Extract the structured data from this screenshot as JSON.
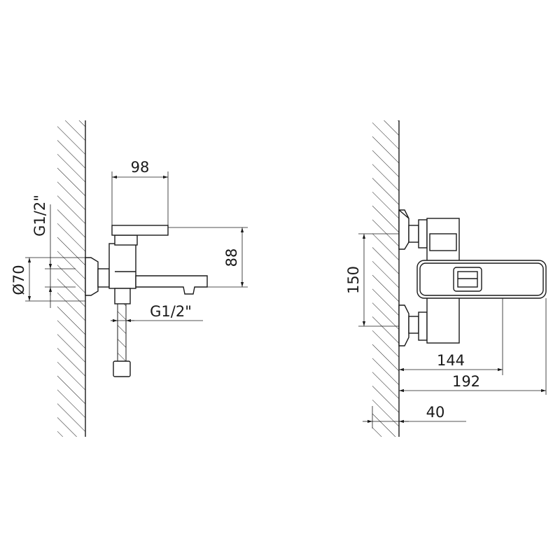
{
  "diagram": {
    "side_view": {
      "spout_depth": "98",
      "height": "88",
      "flange_diameter": "Ø70",
      "inlet_thread": "G1/2\"",
      "hose_thread": "G1/2\""
    },
    "top_view": {
      "inlet_spacing": "150",
      "lever_depth": "144",
      "total_depth": "192",
      "wall_offset": "40"
    },
    "colors": {
      "line": "#1a1a1a",
      "background": "#ffffff"
    }
  }
}
